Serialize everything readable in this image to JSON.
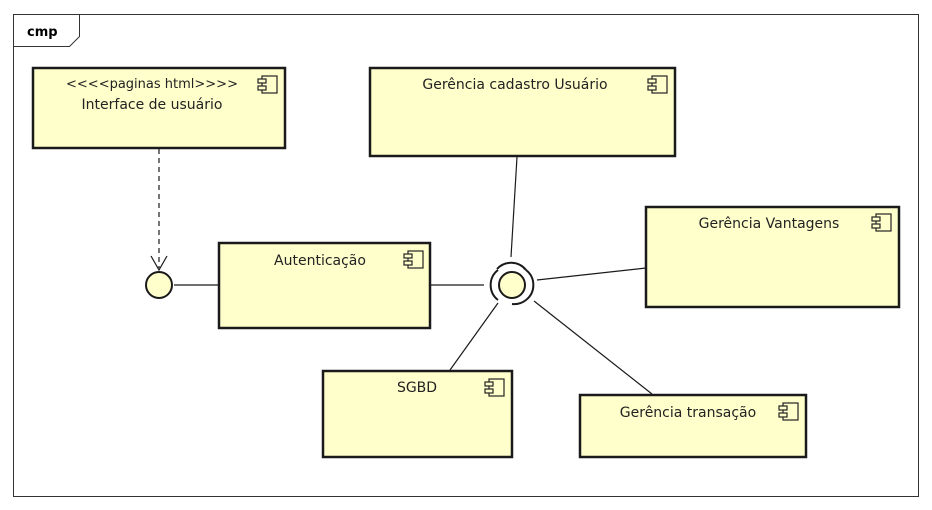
{
  "frame": {
    "label": "cmp"
  },
  "components": {
    "interface_usuario": {
      "stereotype": "<<<<paginas html>>>>",
      "name": "Interface de usuário"
    },
    "gerencia_cadastro": {
      "name": "Gerência cadastro Usuário"
    },
    "gerencia_vantagens": {
      "name": "Gerência Vantagens"
    },
    "autenticacao": {
      "name": "Autenticação"
    },
    "sgbd": {
      "name": "SGBD"
    },
    "gerencia_transacao": {
      "name": "Gerência transação"
    }
  },
  "colors": {
    "component_fill": "#ffffcc",
    "border": "#1a1a1a"
  },
  "icons": {
    "component": "uml-component-icon"
  }
}
